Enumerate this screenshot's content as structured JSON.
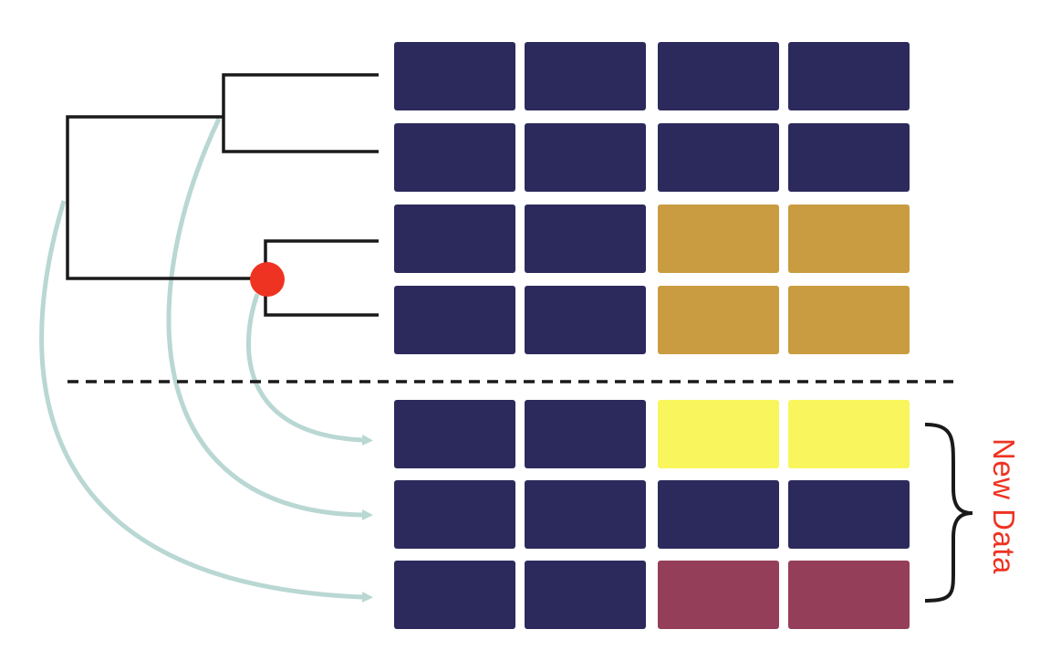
{
  "colors": {
    "navy": "#2c2a5c",
    "gold": "#c99c42",
    "yellow": "#f8f65c",
    "maroon": "#943e5a",
    "red_node": "#ee3322",
    "arrow": "#b9d7d3",
    "tree_line": "#1a1a1a",
    "label": "#ee3322"
  },
  "grid": {
    "columns": 4,
    "existing_rows": [
      [
        "navy",
        "navy",
        "navy",
        "navy"
      ],
      [
        "navy",
        "navy",
        "navy",
        "navy"
      ],
      [
        "navy",
        "navy",
        "gold",
        "gold"
      ],
      [
        "navy",
        "navy",
        "gold",
        "gold"
      ]
    ],
    "new_rows": [
      [
        "navy",
        "navy",
        "yellow",
        "yellow"
      ],
      [
        "navy",
        "navy",
        "navy",
        "navy"
      ],
      [
        "navy",
        "navy",
        "maroon",
        "maroon"
      ]
    ]
  },
  "new_data_label": "New Data"
}
